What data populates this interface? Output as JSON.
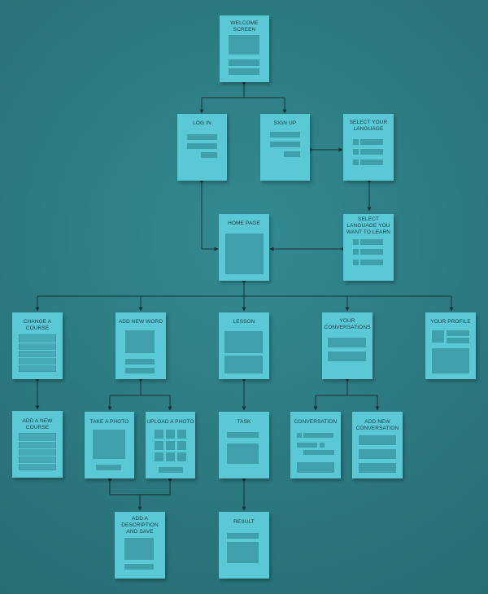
{
  "colors": {
    "background": "#2f7a82",
    "screen": "#5bc8d6",
    "placeholder": "#3f9fab",
    "connector": "#1b2f33",
    "text": "#1a3a40"
  },
  "screens": {
    "welcome": "WELCOME SCREEN",
    "login": "LOG IN",
    "signup": "SIGN UP",
    "select_language": "SELECT YOUR LANGUAGE",
    "home": "HOME PAGE",
    "select_learn_language": "SELECT LANGUAGE YOU WANT TO LEARN",
    "change_course": "CHANGE A COURSE",
    "add_new_word": "ADD NEW WORD",
    "lesson": "LESSON",
    "your_conversations": "YOUR CONVERSATIONS",
    "your_profile": "YOUR PROFILE",
    "add_new_course": "ADD A NEW COURSE",
    "take_photo": "TAKE A PHOTO",
    "upload_photo": "UPLOAD A PHOTO",
    "task": "TASK",
    "conversation": "CONVERSATION",
    "add_new_conversation": "ADD NEW CONVERSATION",
    "add_description": "ADD A DESCRIPTION AND SAVE",
    "result": "RESULT"
  }
}
